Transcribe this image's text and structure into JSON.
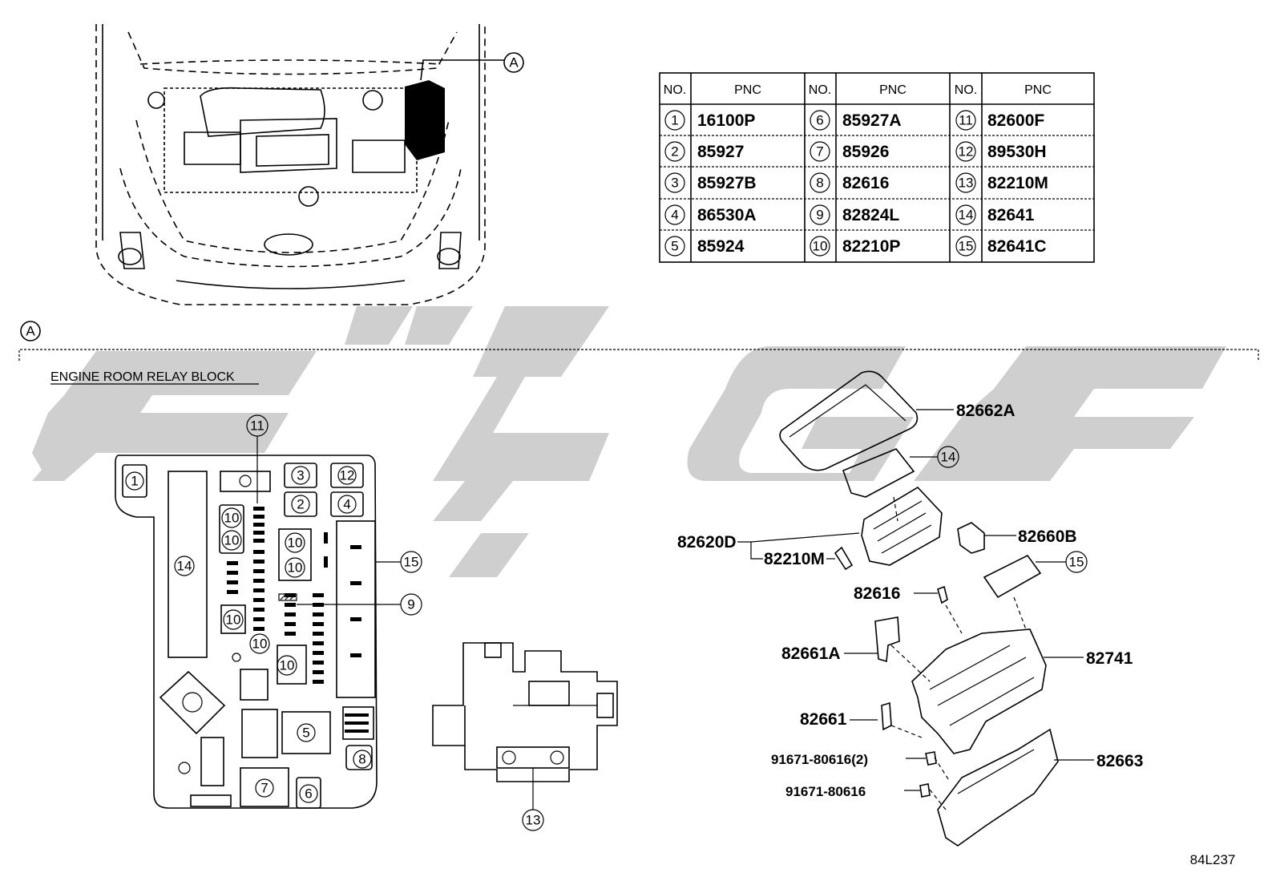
{
  "callout_a": "A",
  "table": {
    "header_no": "NO.",
    "header_pnc": "PNC",
    "rows": [
      {
        "no": "1",
        "pnc": "16100P"
      },
      {
        "no": "2",
        "pnc": "85927"
      },
      {
        "no": "3",
        "pnc": "85927B"
      },
      {
        "no": "4",
        "pnc": "86530A"
      },
      {
        "no": "5",
        "pnc": "85924"
      },
      {
        "no": "6",
        "pnc": "85927A"
      },
      {
        "no": "7",
        "pnc": "85926"
      },
      {
        "no": "8",
        "pnc": "82616"
      },
      {
        "no": "9",
        "pnc": "82824L"
      },
      {
        "no": "10",
        "pnc": "82210P"
      },
      {
        "no": "11",
        "pnc": "82600F"
      },
      {
        "no": "12",
        "pnc": "89530H"
      },
      {
        "no": "13",
        "pnc": "82210M"
      },
      {
        "no": "14",
        "pnc": "82641"
      },
      {
        "no": "15",
        "pnc": "82641C"
      }
    ]
  },
  "section_title": "ENGINE ROOM RELAY BLOCK",
  "block_markers": {
    "m1": "1",
    "m2": "2",
    "m3": "3",
    "m4": "4",
    "m5": "5",
    "m6": "6",
    "m7": "7",
    "m8": "8",
    "m9": "9",
    "m10": "10",
    "m11": "11",
    "m12": "12",
    "m13": "13",
    "m14": "14",
    "m15": "15"
  },
  "exploded_labels": {
    "cover": "82662A",
    "callout_14": "14",
    "assy": "82620D",
    "relay": "82210M",
    "fuse_block": "82660B",
    "callout_15": "15",
    "fuse": "82616",
    "bracket_a": "82661A",
    "housing": "82741",
    "bracket": "82661",
    "bolt_2": "91671-80616(2)",
    "bolt": "91671-80616",
    "lower_cover": "82663"
  },
  "diagram_code": "84L237"
}
